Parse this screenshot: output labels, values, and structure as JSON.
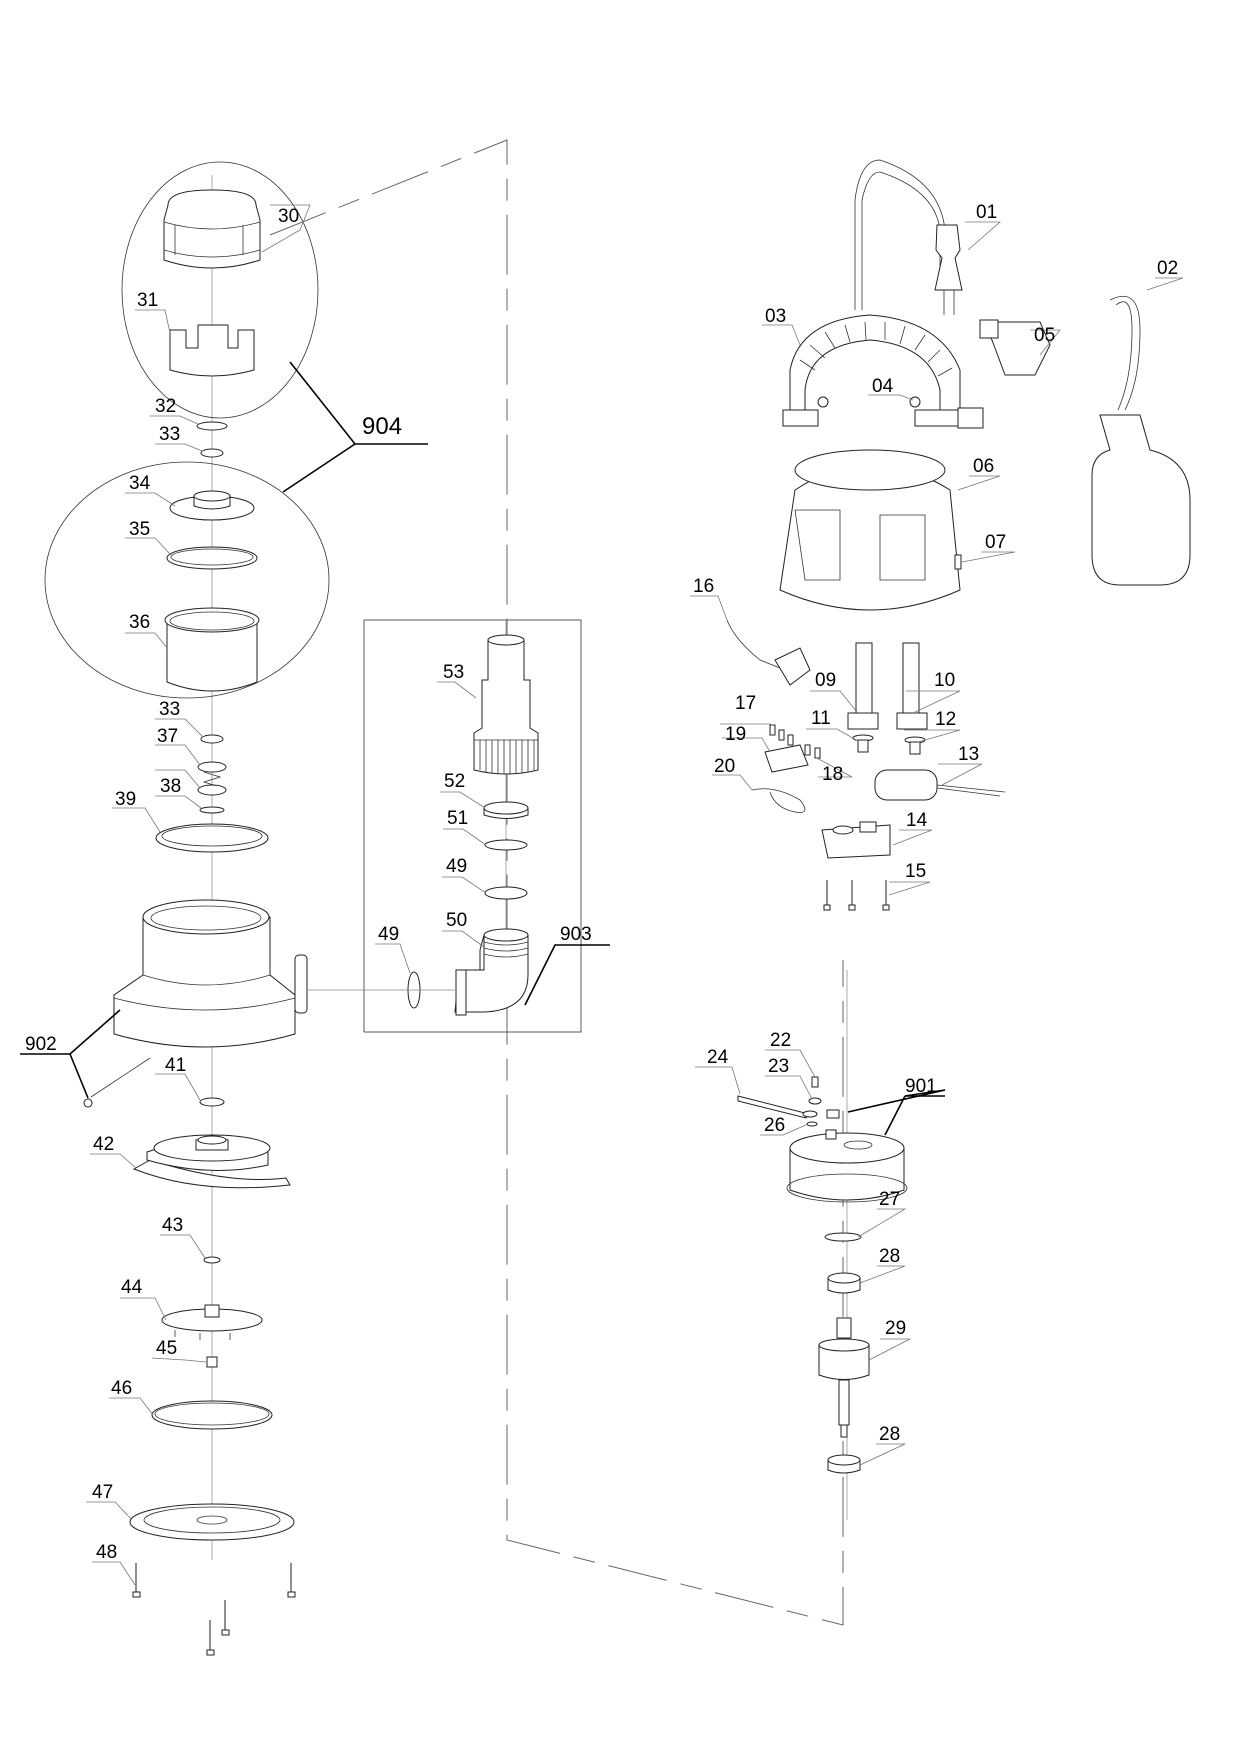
{
  "diagram": {
    "type": "exploded-parts-diagram",
    "subject": "submersible pump",
    "groups": [
      {
        "id": "901",
        "label": "901",
        "members": [
          "motor housing assembly"
        ]
      },
      {
        "id": "902",
        "label": "902",
        "members": [
          "pump housing"
        ]
      },
      {
        "id": "903",
        "label": "903",
        "members": [
          "49",
          "50",
          "51",
          "52",
          "53"
        ]
      },
      {
        "id": "904",
        "label": "904",
        "members": [
          "30",
          "31",
          "34",
          "35",
          "36"
        ]
      }
    ],
    "parts": [
      {
        "n": "01",
        "desc": "power cable with plug"
      },
      {
        "n": "02",
        "desc": "float switch"
      },
      {
        "n": "03",
        "desc": "handle / cable wrap"
      },
      {
        "n": "04",
        "desc": "screw"
      },
      {
        "n": "05",
        "desc": "cable clip"
      },
      {
        "n": "06",
        "desc": "top housing"
      },
      {
        "n": "07",
        "desc": "screw"
      },
      {
        "n": "09",
        "desc": "cable gland"
      },
      {
        "n": "10",
        "desc": "cable gland"
      },
      {
        "n": "11",
        "desc": "clamp"
      },
      {
        "n": "12",
        "desc": "clamp"
      },
      {
        "n": "13",
        "desc": "capacitor"
      },
      {
        "n": "14",
        "desc": "cover plate"
      },
      {
        "n": "15",
        "desc": "screw"
      },
      {
        "n": "16",
        "desc": "ground wire"
      },
      {
        "n": "17",
        "desc": "connector"
      },
      {
        "n": "18",
        "desc": "connector"
      },
      {
        "n": "19",
        "desc": "terminal block"
      },
      {
        "n": "20",
        "desc": "cable tie"
      },
      {
        "n": "22",
        "desc": "screw"
      },
      {
        "n": "23",
        "desc": "washer"
      },
      {
        "n": "24",
        "desc": "wire"
      },
      {
        "n": "26",
        "desc": "washer"
      },
      {
        "n": "27",
        "desc": "shaft seal"
      },
      {
        "n": "28",
        "desc": "ball bearing"
      },
      {
        "n": "29",
        "desc": "rotor"
      },
      {
        "n": "30",
        "desc": "cap"
      },
      {
        "n": "31",
        "desc": "insert"
      },
      {
        "n": "32",
        "desc": "washer"
      },
      {
        "n": "33",
        "desc": "washer"
      },
      {
        "n": "34",
        "desc": "cover"
      },
      {
        "n": "35",
        "desc": "O-ring"
      },
      {
        "n": "36",
        "desc": "cylinder"
      },
      {
        "n": "37",
        "desc": "spring assembly"
      },
      {
        "n": "38",
        "desc": "circlip"
      },
      {
        "n": "39",
        "desc": "gasket"
      },
      {
        "n": "41",
        "desc": "seal"
      },
      {
        "n": "42",
        "desc": "pump chamber"
      },
      {
        "n": "43",
        "desc": "washer"
      },
      {
        "n": "44",
        "desc": "impeller"
      },
      {
        "n": "45",
        "desc": "nut"
      },
      {
        "n": "46",
        "desc": "O-ring"
      },
      {
        "n": "47",
        "desc": "base plate"
      },
      {
        "n": "48",
        "desc": "screw"
      },
      {
        "n": "49",
        "desc": "seal ring"
      },
      {
        "n": "50",
        "desc": "elbow connector"
      },
      {
        "n": "51",
        "desc": "washer"
      },
      {
        "n": "52",
        "desc": "ring"
      },
      {
        "n": "53",
        "desc": "hose adapter"
      }
    ]
  },
  "labels": {
    "p01": "01",
    "p02": "02",
    "p03": "03",
    "p04": "04",
    "p05": "05",
    "p06": "06",
    "p07": "07",
    "p09": "09",
    "p10": "10",
    "p11": "11",
    "p12": "12",
    "p13": "13",
    "p14": "14",
    "p15": "15",
    "p16": "16",
    "p17": "17",
    "p18": "18",
    "p19": "19",
    "p20": "20",
    "p22": "22",
    "p23": "23",
    "p24": "24",
    "p26": "26",
    "p27": "27",
    "p28a": "28",
    "p28b": "28",
    "p29": "29",
    "p30": "30",
    "p31": "31",
    "p32": "32",
    "p33a": "33",
    "p33b": "33",
    "p34": "34",
    "p35": "35",
    "p36": "36",
    "p37": "37",
    "p38": "38",
    "p39": "39",
    "p41": "41",
    "p42": "42",
    "p43": "43",
    "p44": "44",
    "p45": "45",
    "p46": "46",
    "p47": "47",
    "p48": "48",
    "p49a": "49",
    "p49b": "49",
    "p50": "50",
    "p51": "51",
    "p52": "52",
    "p53": "53",
    "g901": "901",
    "g902": "902",
    "g903": "903",
    "g904": "904"
  }
}
